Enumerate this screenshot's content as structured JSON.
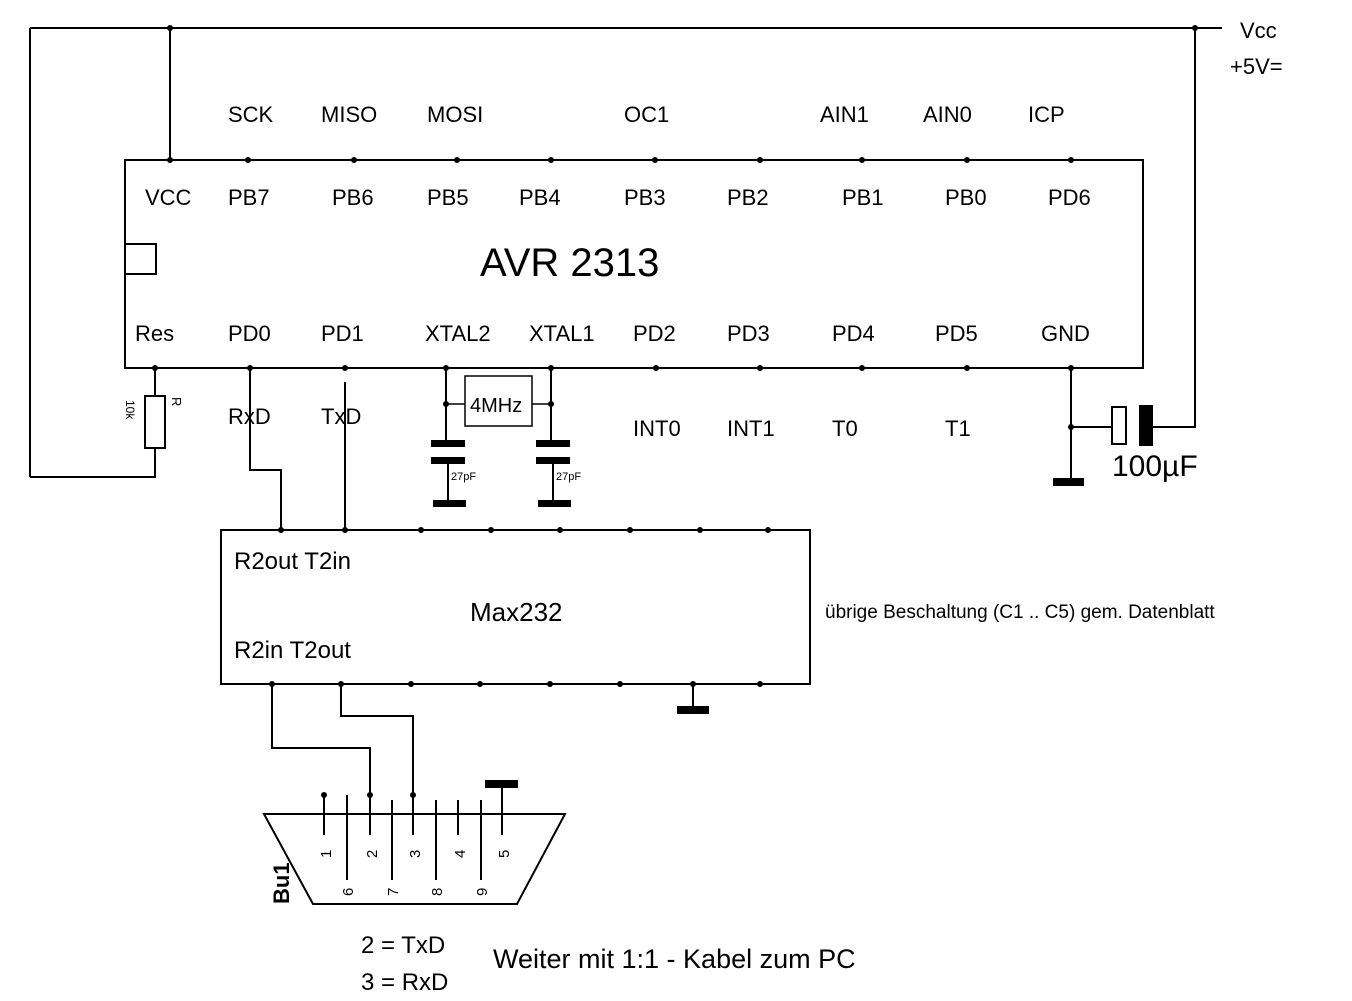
{
  "power": {
    "vcc_label": "Vcc",
    "supply_label": "+5V="
  },
  "avr": {
    "name": "AVR 2313",
    "top_pins": [
      "VCC",
      "PB7",
      "PB6",
      "PB5",
      "PB4",
      "PB3",
      "PB2",
      "PB1",
      "PB0",
      "PD6"
    ],
    "top_functions": [
      "SCK",
      "MISO",
      "MOSI",
      "OC1",
      "AIN1",
      "AIN0",
      "ICP"
    ],
    "bottom_pins": [
      "Res",
      "PD0",
      "PD1",
      "XTAL2",
      "XTAL1",
      "PD2",
      "PD3",
      "PD4",
      "PD5",
      "GND"
    ],
    "bottom_functions": [
      "RxD",
      "TxD",
      "INT0",
      "INT1",
      "T0",
      "T1"
    ]
  },
  "reset_resistor": {
    "value": "10k",
    "label": "R"
  },
  "crystal": {
    "label": "4MHz",
    "cap_left": "27pF",
    "cap_right": "27pF"
  },
  "elko": {
    "label": "100µF"
  },
  "max232": {
    "name": "Max232",
    "top_left": "R2out T2in",
    "bottom_left": "R2in T2out",
    "note": "übrige Beschaltung (C1 .. C5) gem. Datenblatt"
  },
  "connector": {
    "name": "Bu1",
    "top_pins": [
      "1",
      "2",
      "3",
      "4",
      "5"
    ],
    "bottom_pins": [
      "6",
      "7",
      "8",
      "9"
    ]
  },
  "legend": {
    "line1": "2 = TxD",
    "line2": "3 = RxD",
    "cable_note": "Weiter mit 1:1 - Kabel zum PC"
  }
}
